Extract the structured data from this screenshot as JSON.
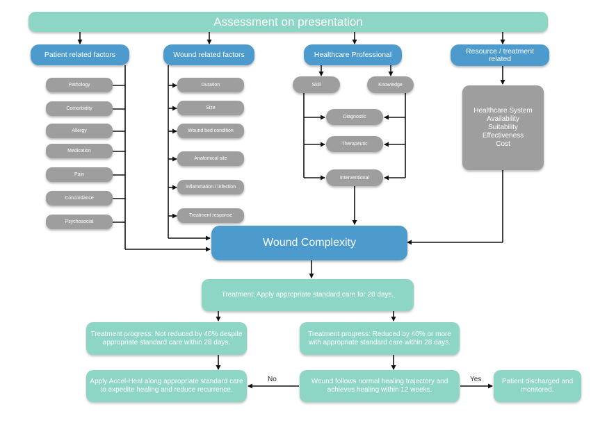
{
  "title": "Assessment on presentation",
  "categories": {
    "patient": "Patient related factors",
    "wound": "Wound related factors",
    "professional": "Healthcare Professional",
    "resource": "Resource / treatment related"
  },
  "patient_factors": [
    "Pathology",
    "Comorbidity",
    "Allergy",
    "Medication",
    "Pain",
    "Concordance",
    "Psychosocial"
  ],
  "wound_factors": [
    "Duration",
    "Size",
    "Wound bed condition",
    "Anatomical site",
    "Inflammation / infection",
    "Treatment response"
  ],
  "professional": {
    "skill": "Skill",
    "knowledge": "Knowledge",
    "items": [
      "Diagnostic",
      "Therapeutic",
      "Interventional"
    ]
  },
  "resource_items": [
    "Healthcare System",
    "Availability",
    "Suitability",
    "Effectiveness",
    "Cost"
  ],
  "complexity": "Wound Complexity",
  "treatment": "Treatment: Apply appropriate standard care for 28 days.",
  "progress_not_reduced": "Treatment progress: Not reduced by 40% despite appropriate standard care within 28 days.",
  "progress_reduced": "Treatment progress: Reduced by 40% or more with appropriate standard care within 28 days.",
  "accel_heal": "Apply Accel-Heal along appropriate standard care to expedite healing and reduce recurrence.",
  "normal_healing": "Wound follows normal healing trajectory and achieves healing within 12 weeks.",
  "discharged": "Patient discharged  and monitored.",
  "no_label": "No",
  "yes_label": "Yes"
}
